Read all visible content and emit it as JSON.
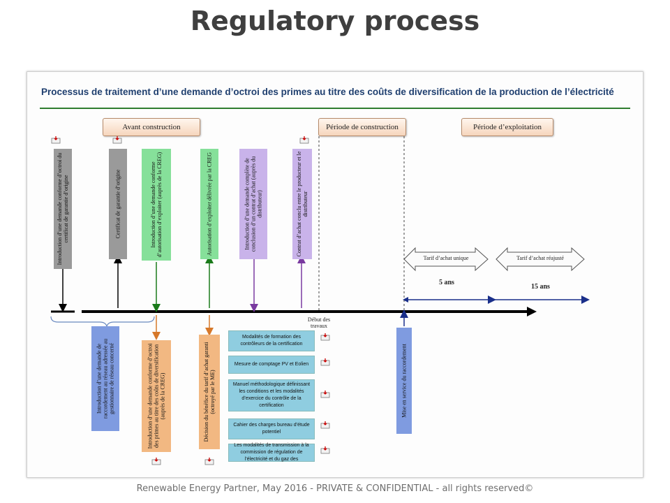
{
  "slide": {
    "title": "Regulatory process",
    "footer": "Renewable Energy Partner, May 2016 - PRIVATE & CONFIDENTIAL - all rights reserved©"
  },
  "diagram": {
    "title": "Processus de traitement d’une demande d’octroi des primes au titre des coûts de diversification de la production de l’électricité",
    "phases": [
      {
        "label": "Avant construction"
      },
      {
        "label": "Période de construction"
      },
      {
        "label": "Période d’exploitation"
      }
    ],
    "top_steps": [
      {
        "text": "Introduction d’une demande conforme d’octroi du certificat de garantie d’origine",
        "color": "#9a9a9a"
      },
      {
        "text": "Certificat de garantie d’origine",
        "color": "#9a9a9a"
      },
      {
        "text": "Introduction d’une demande conforme d’autorisation d’exploiter (auprès de la CREG)",
        "color": "#86e09a"
      },
      {
        "text": "Autorisation d’exploiter délivrée par la CREG",
        "color": "#86e09a"
      },
      {
        "text": "Introduction d’une demande complète de conclusion d’un contrat d’achat (auprès du distributeur)",
        "color": "#c9b3ea"
      },
      {
        "text": "Contrat d’achat conclu entre le producteur et le distributeur",
        "color": "#c9b3ea"
      }
    ],
    "bottom_steps": [
      {
        "text": "Introduction d’une demande de raccordement au réseau adressée au gestionnaire de réseau concerné",
        "color": "#7f9be0"
      },
      {
        "text": "Introduction d’une demande conforme d’octroi des primes au titre des coûts de diversification (auprès de la CREG)",
        "color": "#f2b882"
      },
      {
        "text": "Décision du bénéfice du tarif d’achat garanti (octroyé par le ME)",
        "color": "#f2b882"
      },
      {
        "text": "Mise en service du raccordement",
        "color": "#7f9be0"
      }
    ],
    "documents": [
      {
        "text": "Modalités de formation des contrôleurs de la certification"
      },
      {
        "text": "Mesure de comptage PV et Eolien"
      },
      {
        "text": "Manuel méthodologique définissant les conditions et les modalités d’exercice du contrôle de la certification"
      },
      {
        "text": "Cahier des charges bureau d’étude potentiel"
      },
      {
        "text": "Les modalités de transmission à la commission de régulation de l’électricité et du gaz des"
      }
    ],
    "works_start": "Début des travaux",
    "tariffs": [
      {
        "label": "Tarif d’achat unique",
        "duration": "5 ans"
      },
      {
        "label": "Tarif d’achat réajusté",
        "duration": "15 ans"
      }
    ]
  }
}
